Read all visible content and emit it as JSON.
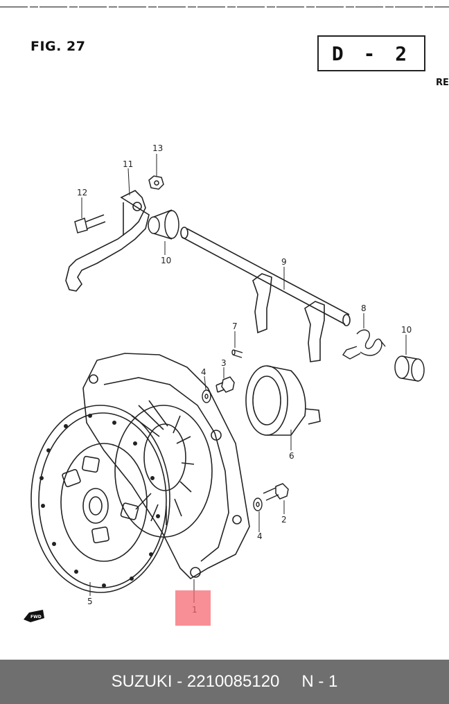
{
  "figure": {
    "title": "FIG. 27",
    "code": "D - 2",
    "edge_text": "RE"
  },
  "callouts": [
    "1",
    "2",
    "3",
    "4",
    "4",
    "5",
    "6",
    "7",
    "8",
    "9",
    "10",
    "10",
    "11",
    "12",
    "13"
  ],
  "fwd_label": "FWD",
  "highlight": {
    "label": "1"
  },
  "footer": {
    "brand": "SUZUKI - 2210085120",
    "qty": "N - 1"
  },
  "colors": {
    "footer_bg": "#6f6f6f",
    "highlight": "#f5646e",
    "line": "#222222"
  }
}
